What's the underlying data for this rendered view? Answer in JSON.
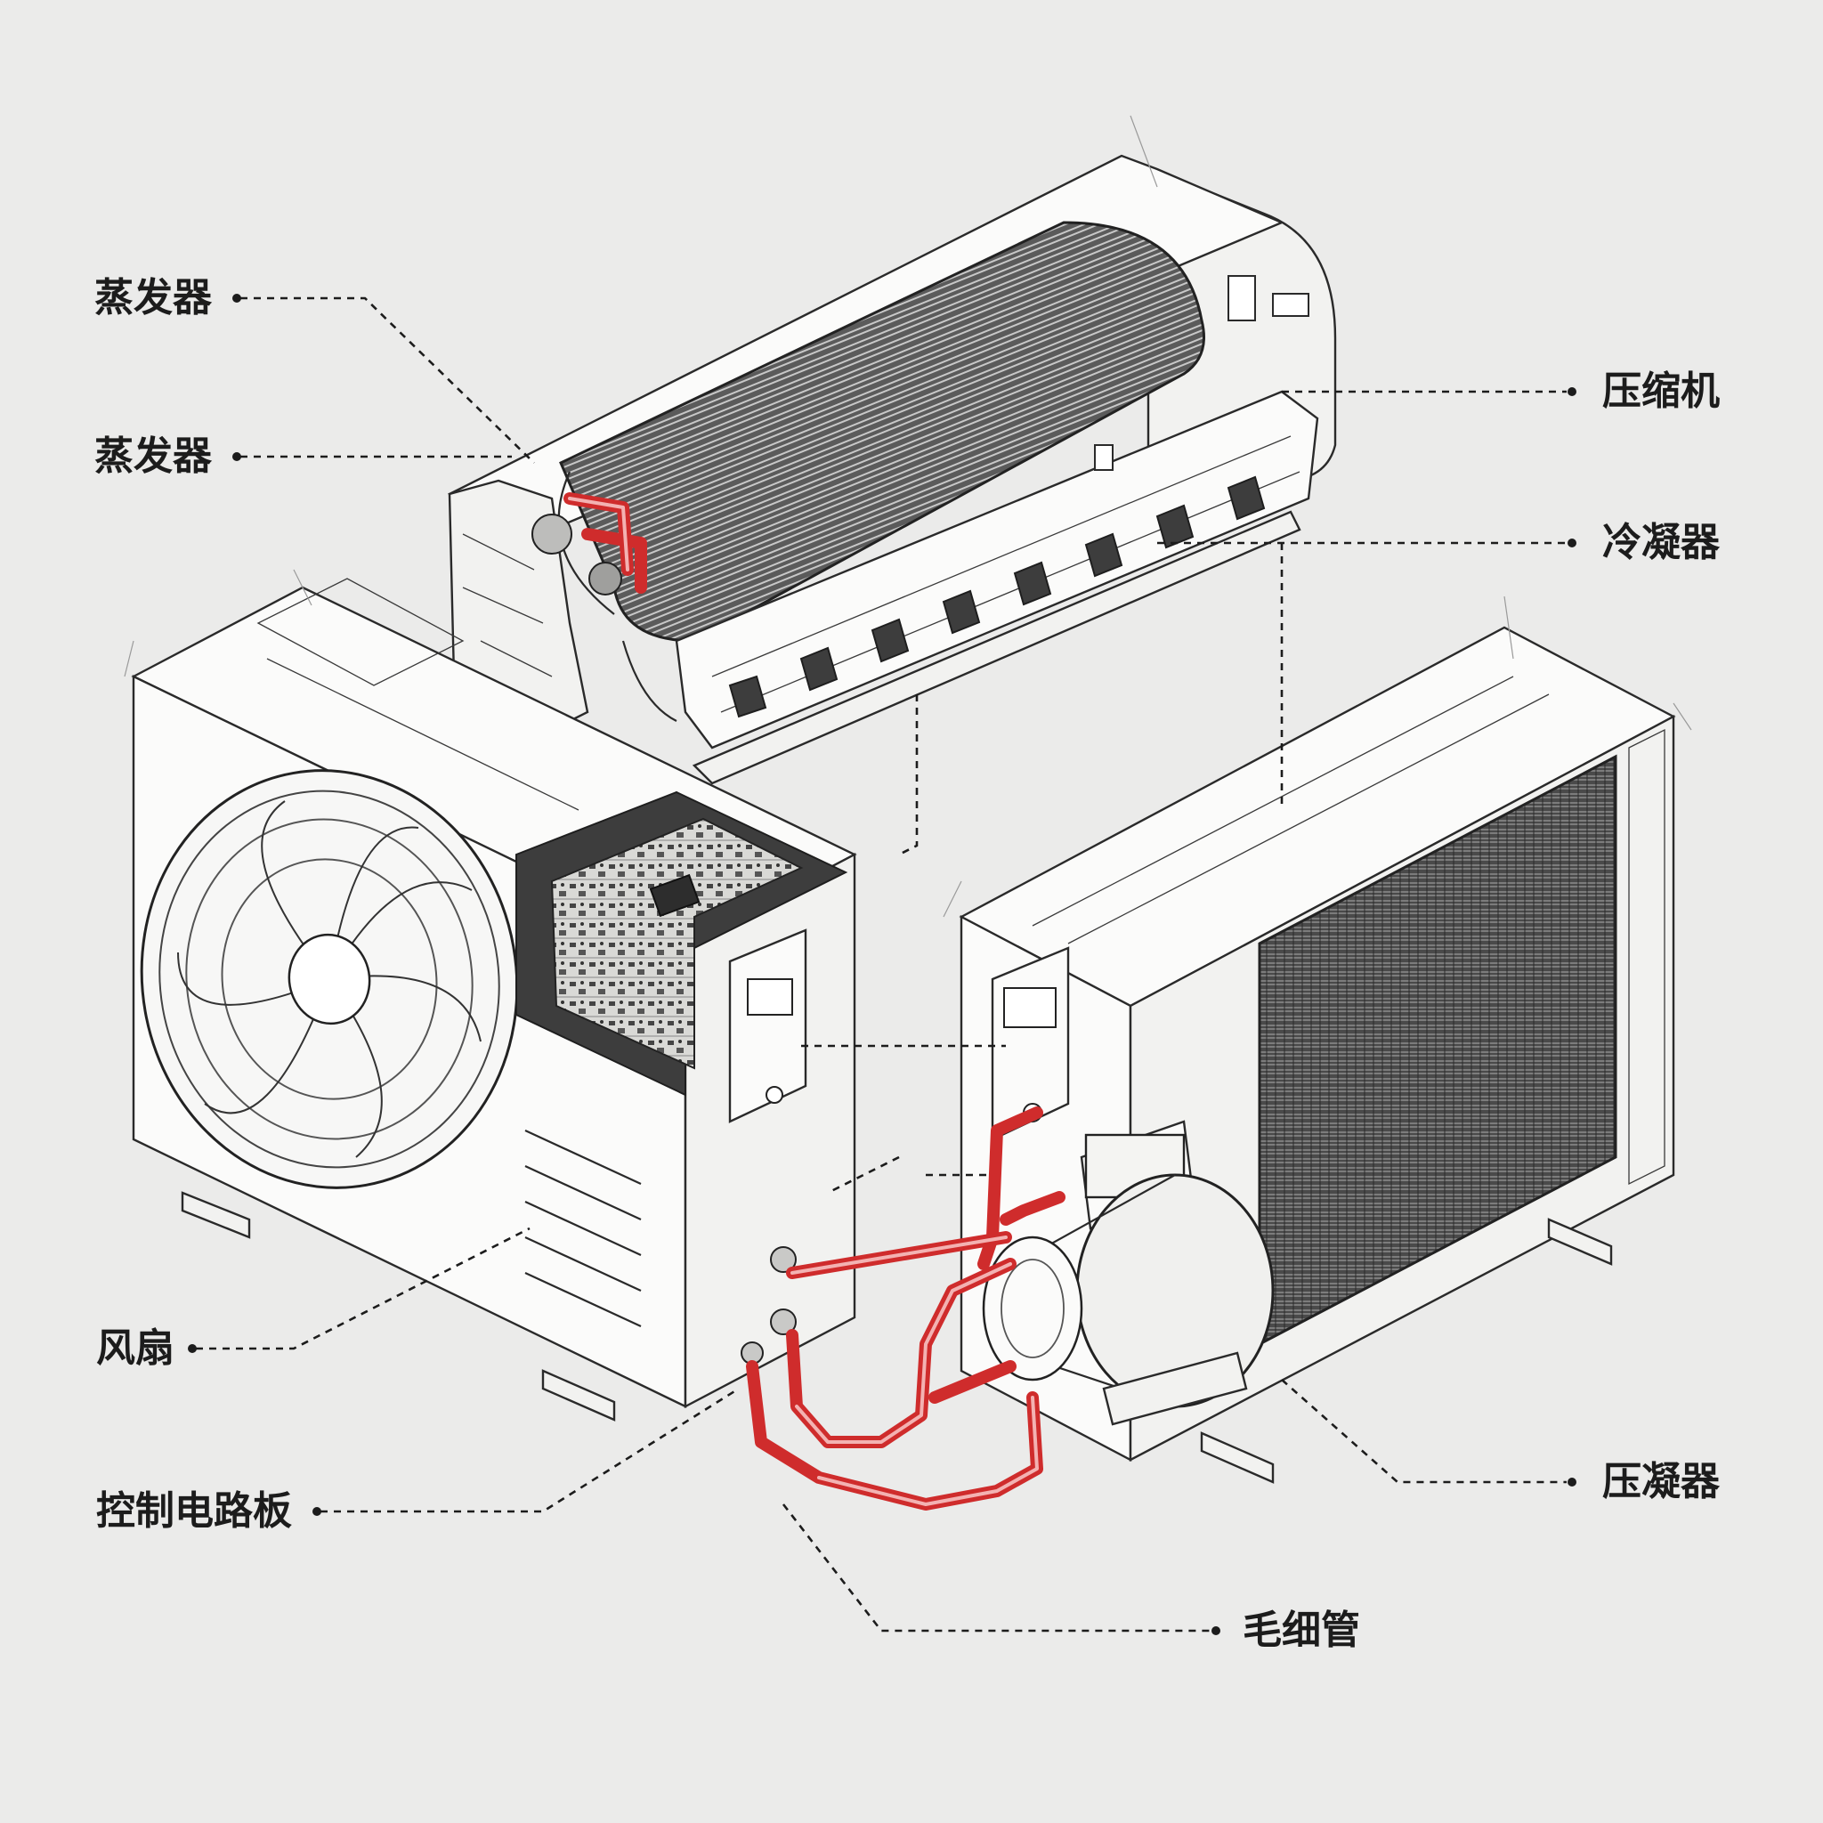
{
  "labels": {
    "evaporator_top": "蒸发器",
    "evaporator_mid": "蒸发器",
    "compressor": "压缩机",
    "condenser": "冷凝器",
    "fan": "风扇",
    "control_board": "控制电路板",
    "pressure_condenser": "压凝器",
    "capillary_tube": "毛细管"
  },
  "colors": {
    "background": "#ebebea",
    "refrigerant_pipe": "#cf2c2c",
    "ink": "#1c1c1c"
  }
}
